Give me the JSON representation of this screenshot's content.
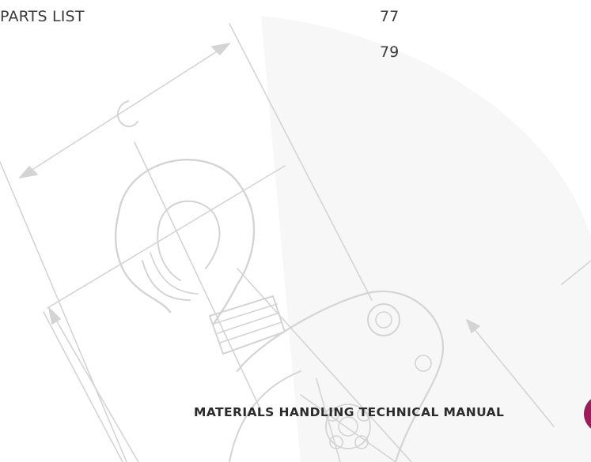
{
  "toc": {
    "rows": [
      {
        "label": "PARTS LIST",
        "page": "77"
      },
      {
        "label": "",
        "page": "79"
      }
    ]
  },
  "footer": {
    "title": "MATERIALS HANDLING TECHNICAL MANUAL",
    "accent_color": "#a3195b"
  }
}
